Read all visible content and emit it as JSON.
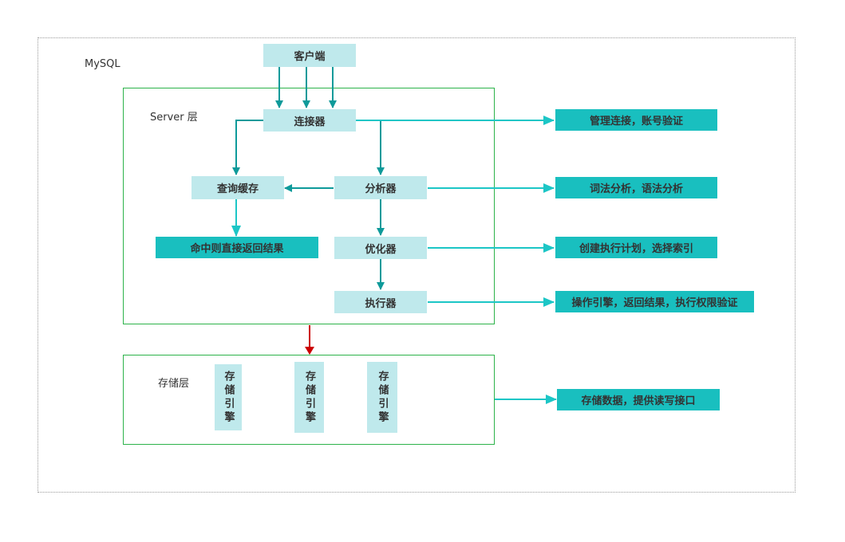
{
  "labels": {
    "mysql": "MySQL",
    "server_layer": "Server 层",
    "storage_layer": "存储层"
  },
  "components": {
    "client": "客户端",
    "connector": "连接器",
    "query_cache": "查询缓存",
    "analyzer": "分析器",
    "optimizer": "优化器",
    "executor": "执行器",
    "cache_hit": "命中则直接返回结果"
  },
  "engines": [
    "存储引擎",
    "存储引擎",
    "存储引擎"
  ],
  "notes": {
    "connector": "管理连接，账号验证",
    "analyzer": "词法分析，语法分析",
    "optimizer": "创建执行计划，选择索引",
    "executor": "操作引擎，返回结果，执行权限验证",
    "storage": "存储数据，提供读写接口"
  },
  "colors": {
    "box_fill": "#bfe9ec",
    "note_fill": "#19bfbf",
    "arrow_dark": "#0e9a9a",
    "arrow_light": "#1cc6c6",
    "arrow_red": "#cc0000",
    "layer_border": "#2db34a"
  }
}
